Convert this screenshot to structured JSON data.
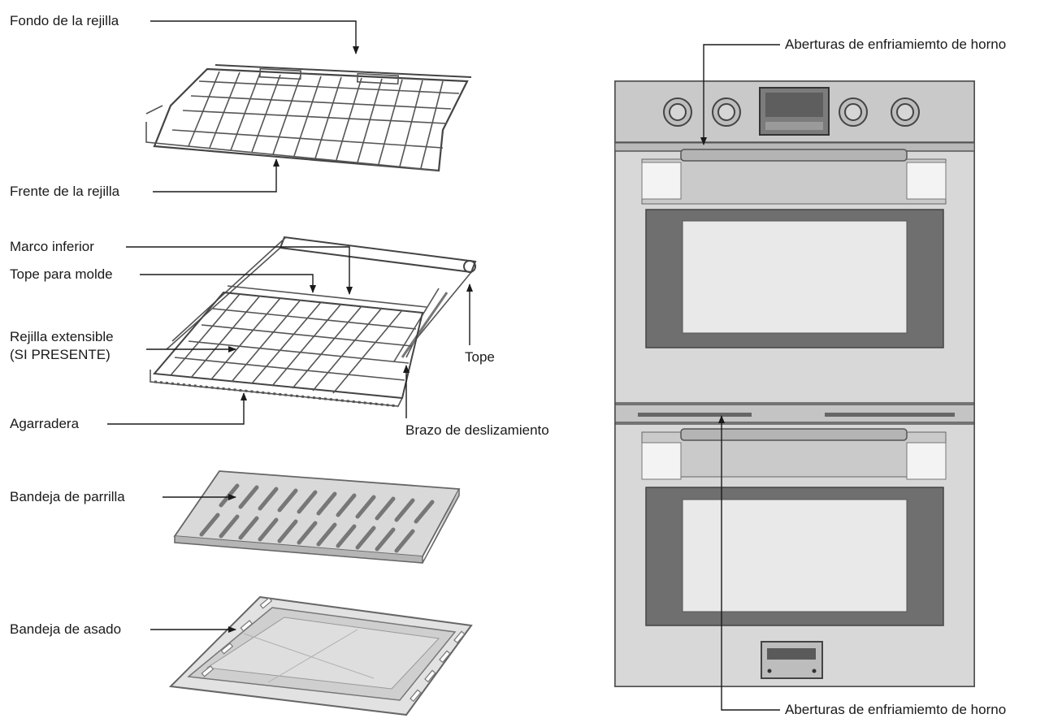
{
  "labels": {
    "fondo_rejilla": "Fondo de la rejilla",
    "frente_rejilla": "Frente de la rejilla",
    "marco_inferior": "Marco inferior",
    "tope_molde": "Tope para molde",
    "rejilla_ext_1": "Rejilla extensible",
    "rejilla_ext_2": "(SI PRESENTE)",
    "tope": "Tope",
    "agarradera": "Agarradera",
    "brazo": "Brazo de deslizamiento",
    "bandeja_parrilla": "Bandeja de parrilla",
    "bandeja_asado": "Bandeja de asado",
    "aberturas_top": "Aberturas de enfriamiemto de horno",
    "aberturas_bottom": "Aberturas de enfriamiemto de horno"
  },
  "colors": {
    "line": "#1a1a1a",
    "steel": "#c8c8c8",
    "steel_dark": "#8c8c8c",
    "glass": "#6f6f6f",
    "glass_light": "#e9e9e9"
  }
}
